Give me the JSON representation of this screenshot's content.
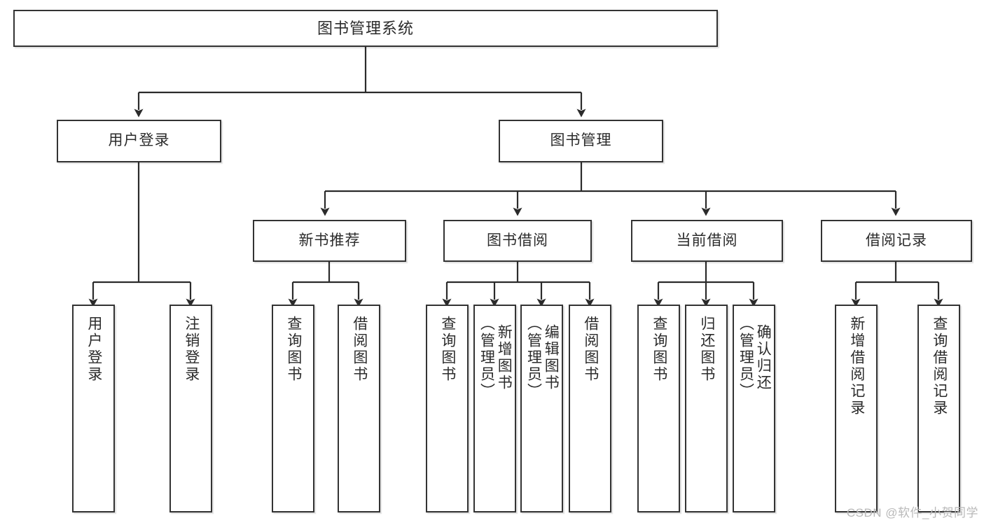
{
  "diagram": {
    "title": "图书管理系统",
    "type": "tree-hierarchy",
    "watermark": "CSDN @软件_小贺同学",
    "colors": {
      "box_border": "#333333",
      "box_fill": "#ffffff",
      "text": "#2b2b2b",
      "edge": "#2b2b2b",
      "watermark": "#b9b9b9"
    },
    "levels": {
      "root": {
        "label": "图书管理系统"
      },
      "level1": [
        {
          "label": "用户登录"
        },
        {
          "label": "图书管理"
        }
      ],
      "level2": [
        {
          "label": "新书推荐"
        },
        {
          "label": "图书借阅"
        },
        {
          "label": "当前借阅"
        },
        {
          "label": "借阅记录"
        }
      ],
      "leaves": {
        "user_login": [
          {
            "label": "用户登录"
          },
          {
            "label": "注销登录"
          }
        ],
        "new_book": [
          {
            "label": "查询图书"
          },
          {
            "label": "借阅图书"
          }
        ],
        "book_borrow": [
          {
            "label": "查询图书"
          },
          {
            "label": "新增图书\n（管理员）"
          },
          {
            "label": "编辑图书\n（管理员）"
          },
          {
            "label": "借阅图书"
          }
        ],
        "current_borrow": [
          {
            "label": "查询图书"
          },
          {
            "label": "归还图书"
          },
          {
            "label": "确认归还\n（管理员）"
          }
        ],
        "borrow_record": [
          {
            "label": "新增借阅记录"
          },
          {
            "label": "查询借阅记录"
          }
        ]
      }
    }
  }
}
